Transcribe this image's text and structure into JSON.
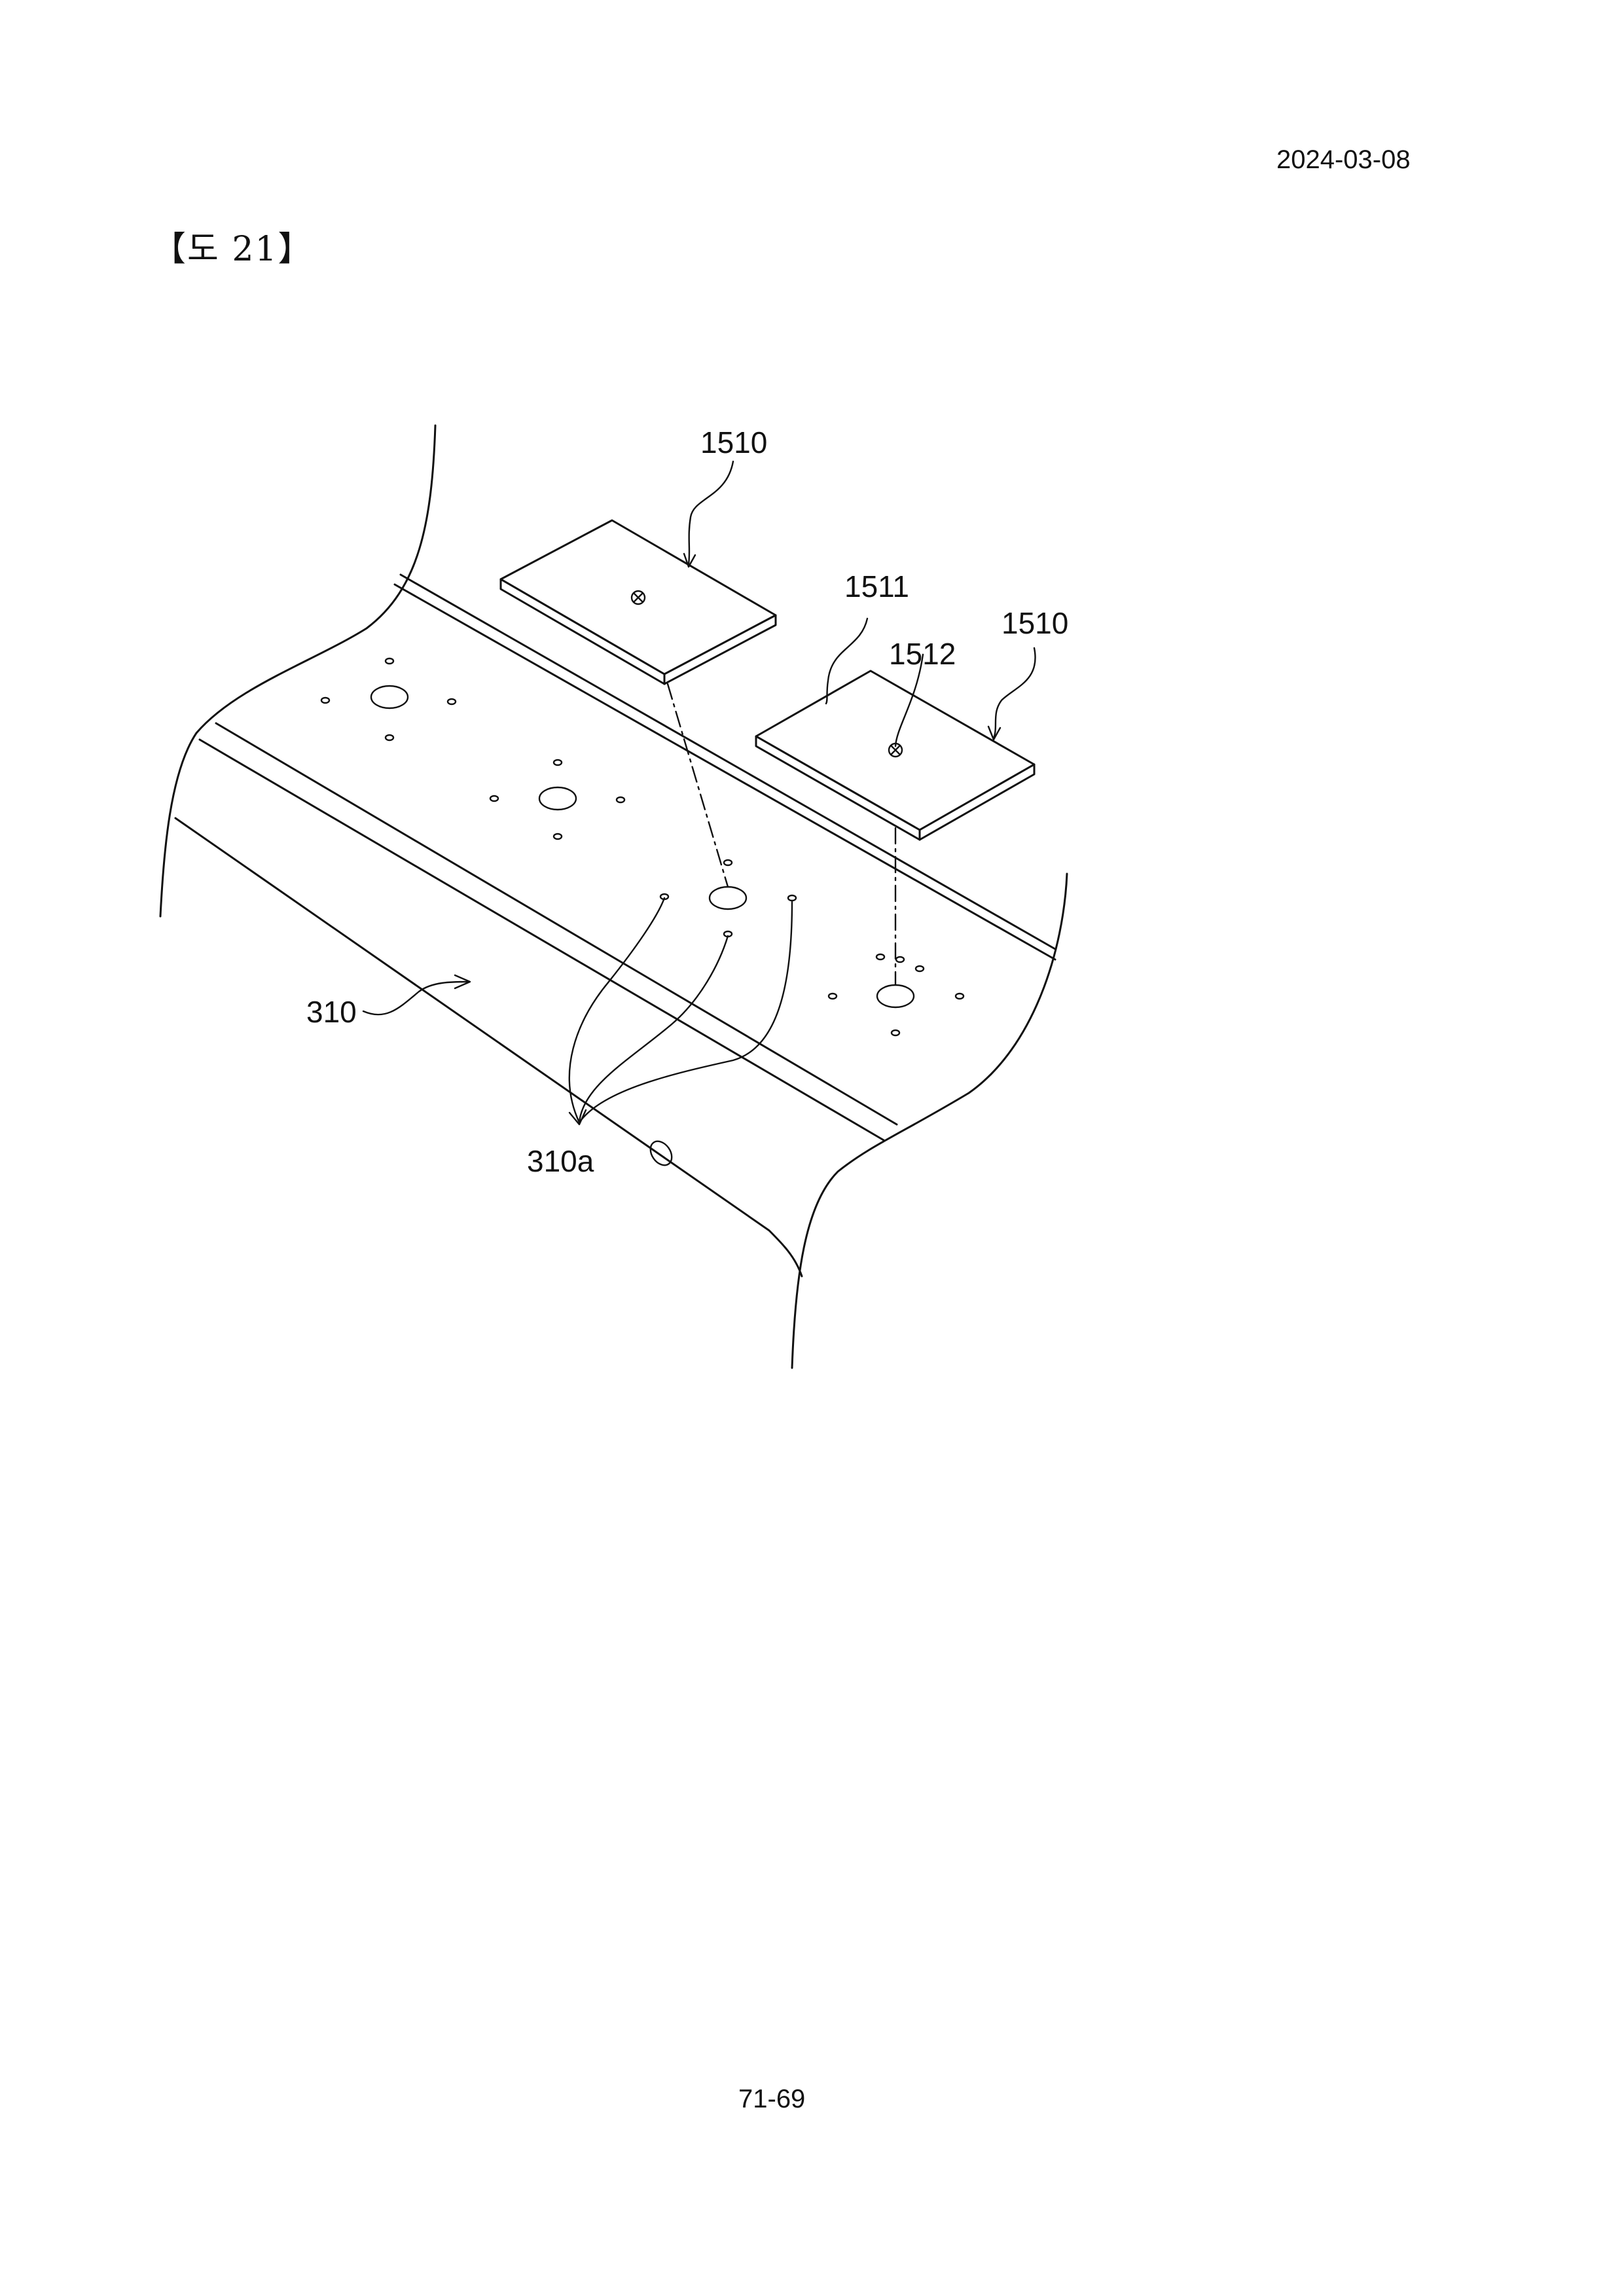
{
  "header": {
    "date": "2024-03-08",
    "figure_title": "【도 21】"
  },
  "footer": {
    "page_number": "71-69"
  },
  "labels": {
    "plate_left": "1510",
    "plate_right": "1510",
    "plate_surface": "1511",
    "screw": "1512",
    "base_panel": "310",
    "holes": "310a"
  }
}
